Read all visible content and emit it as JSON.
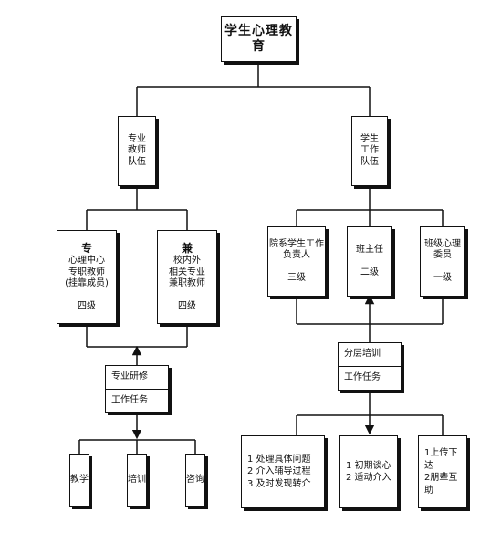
{
  "title": "学生心理教育",
  "branches": {
    "left": {
      "label": "专业\n教师\n队伍"
    },
    "right": {
      "label": "学生\n工作\n队伍"
    }
  },
  "left_boxes": [
    {
      "mark": "专",
      "text": "心理中心\n专职教师\n(挂靠成员)",
      "level": "四级"
    },
    {
      "mark": "兼",
      "text": "校内外\n相关专业\n兼职教师",
      "level": "四级"
    }
  ],
  "right_boxes": [
    {
      "text": "院系学生工作\n负责人",
      "level": "三级"
    },
    {
      "text": "班主任",
      "level": "二级"
    },
    {
      "text": "班级心理\n委员",
      "level": "一级"
    }
  ],
  "left_hub": {
    "top": "专业研修",
    "bottom": "工作任务"
  },
  "right_hub": {
    "top": "分层培训",
    "bottom": "工作任务"
  },
  "left_leaves": [
    "教学",
    "培训",
    "咨询"
  ],
  "right_leaves": [
    "1 处理具体问题\n2 介入辅导过程\n3 及时发现转介",
    "1 初期谈心\n2 适动介入",
    "1上传下达\n2朋辈互助"
  ]
}
